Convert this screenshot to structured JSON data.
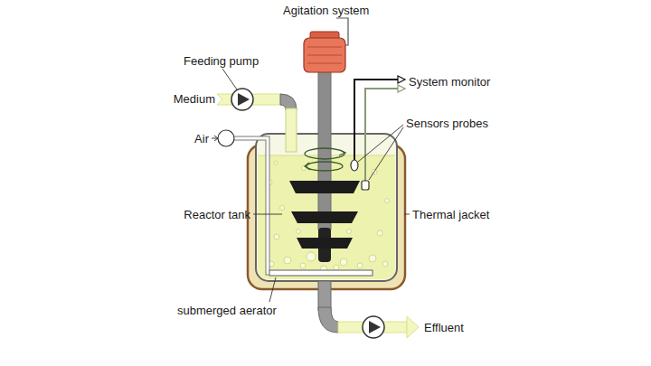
{
  "diagram": {
    "labels": [
      "Agitation system",
      "Feeding pump",
      "Medium",
      "System monitor",
      "Air",
      "Sensors probes",
      "Reactor tank",
      "Thermal jacket",
      "submerged aerator",
      "Effluent"
    ]
  }
}
